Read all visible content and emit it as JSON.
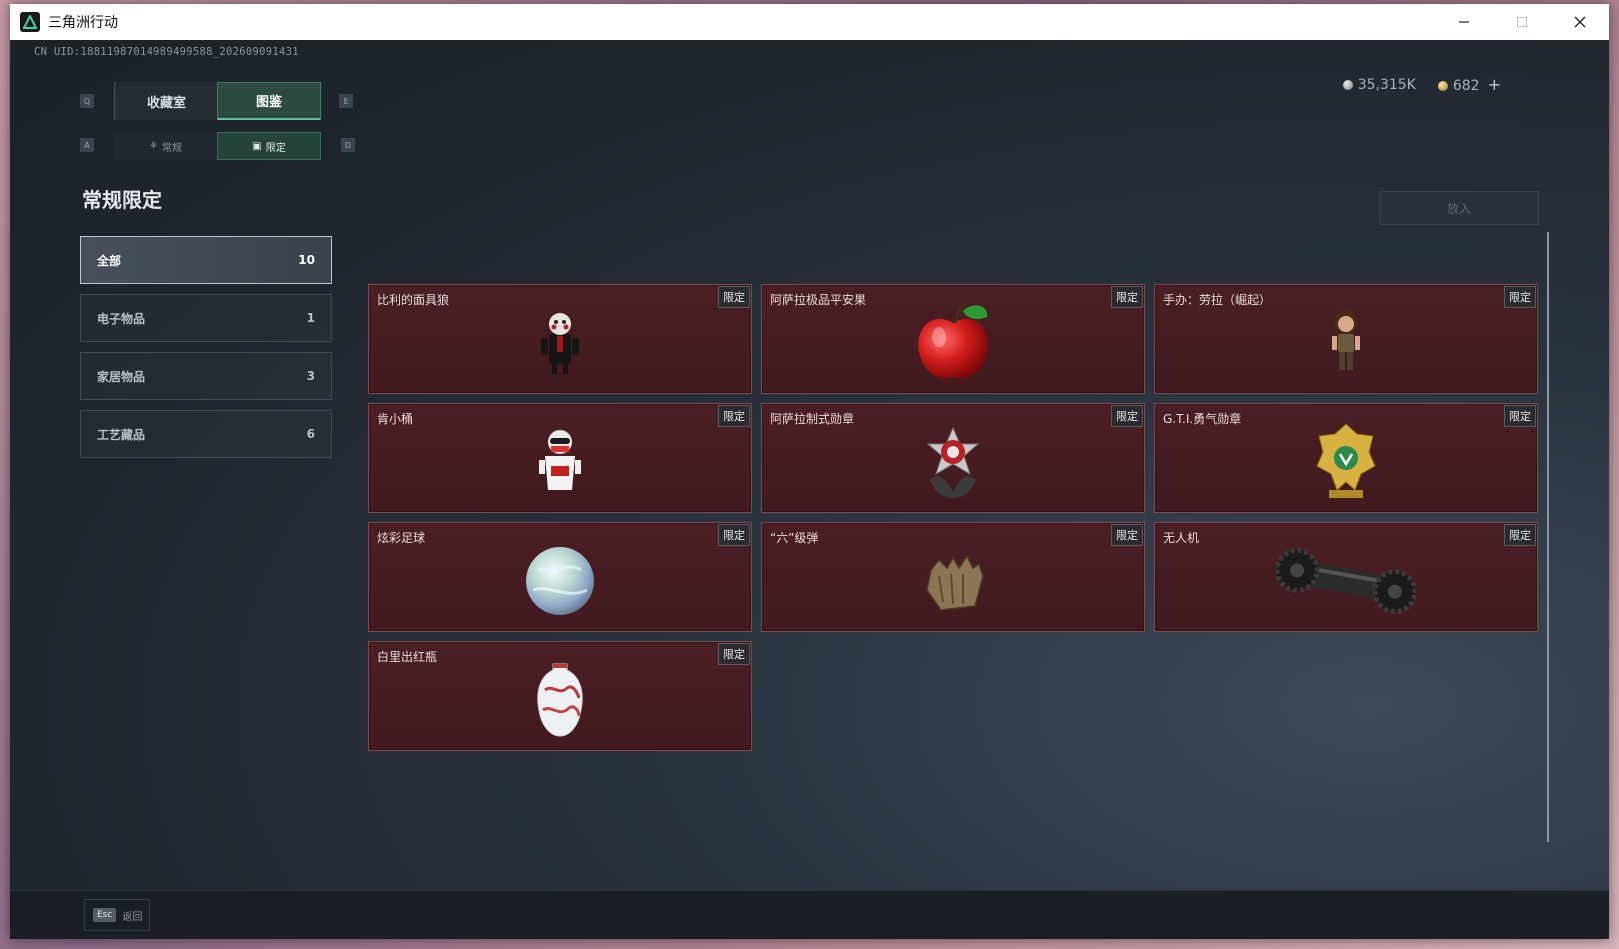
{
  "window": {
    "title": "三角洲行动"
  },
  "uid": "CN UID:18811987014989499588_202609091431",
  "currency": {
    "silver": "35,315K",
    "gold": "682",
    "plus": "+"
  },
  "keys": {
    "q": "Q",
    "e": "E",
    "a": "A",
    "d": "D"
  },
  "tabs": [
    {
      "label": "收藏室"
    },
    {
      "label": "图鉴"
    }
  ],
  "subtabs": [
    {
      "label": "常规"
    },
    {
      "label": "限定"
    }
  ],
  "section_title": "常规限定",
  "categories": [
    {
      "label": "全部",
      "count": "10"
    },
    {
      "label": "电子物品",
      "count": "1"
    },
    {
      "label": "家居物品",
      "count": "3"
    },
    {
      "label": "工艺藏品",
      "count": "6"
    }
  ],
  "place_button": "放入",
  "badge": "限定",
  "items": [
    {
      "name": "比利的面具狼"
    },
    {
      "name": "阿萨拉极品平安果"
    },
    {
      "name": "手办：劳拉（崛起）"
    },
    {
      "name": "肯小桶"
    },
    {
      "name": "阿萨拉制式勋章"
    },
    {
      "name": "G.T.I.勇气勋章"
    },
    {
      "name": "炫彩足球"
    },
    {
      "name": "“六”级弹"
    },
    {
      "name": "无人机"
    },
    {
      "name": "白里出红瓶"
    }
  ],
  "footer": {
    "esc_key": "Esc",
    "esc_label": "返回"
  },
  "colors": {
    "accent": "#59c49b",
    "card_bg": "#4a1f24",
    "card_border": "#7c4a50"
  }
}
